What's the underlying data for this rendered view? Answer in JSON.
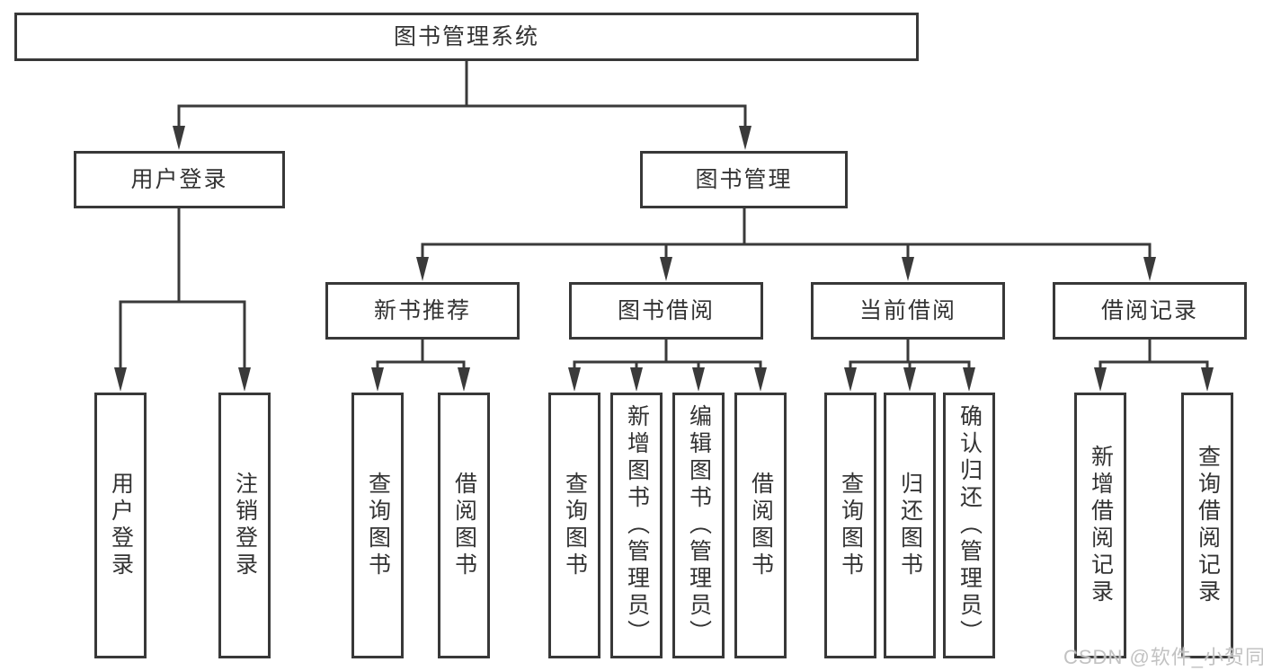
{
  "diagram": {
    "root": {
      "label": "图书管理系统"
    },
    "level2": {
      "user_login": "用户登录",
      "book_management": "图书管理"
    },
    "level3": {
      "new_book_recommend": "新书推荐",
      "book_borrow": "图书借阅",
      "current_borrow": "当前借阅",
      "borrow_records": "借阅记录"
    },
    "leaves": {
      "user_login": "用户登录",
      "logout": "注销登录",
      "query_books_a": "查询图书",
      "borrow_books_a": "借阅图书",
      "query_books_b": "查询图书",
      "add_book_admin": "新增图书（管理员）",
      "edit_book_admin": "编辑图书（管理员）",
      "borrow_books_b": "借阅图书",
      "query_books_c": "查询图书",
      "return_book": "归还图书",
      "confirm_return_admin": "确认归还（管理员）",
      "add_borrow_record": "新增借阅记录",
      "query_borrow_record": "查询借阅记录"
    },
    "watermark": "CSDN @软件_小贺同学",
    "colors": {
      "line": "#3a3a3a",
      "border": "#383838",
      "text": "#333333",
      "background": "#ffffff",
      "watermark": "#bfbfbf"
    }
  }
}
